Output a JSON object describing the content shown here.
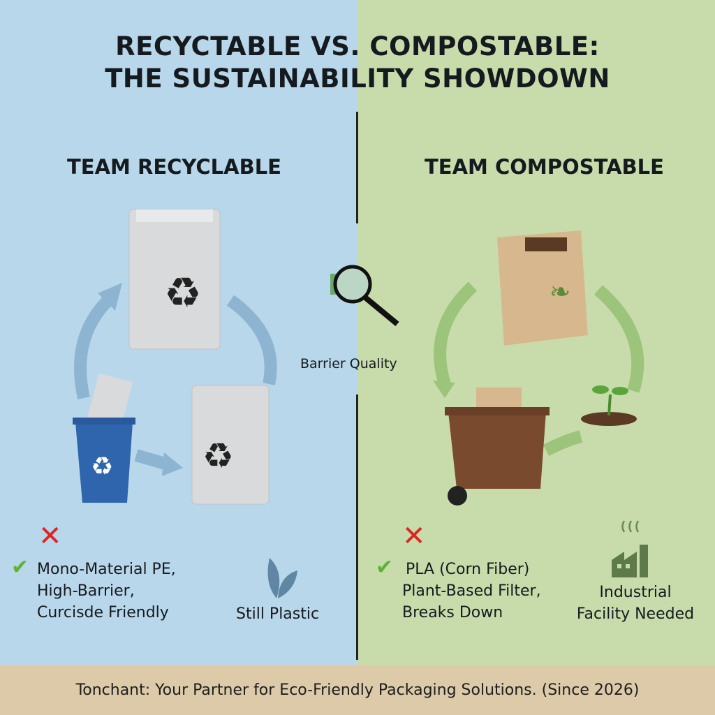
{
  "title": {
    "line1": "RECYCTABLE VS. COMPOSTABLE:",
    "line2": "THE SUSTAINABILITY SHOWDOWN"
  },
  "left": {
    "heading": "TEAM RECYCLABLE",
    "pros": [
      "Mono-Material PE,",
      "High-Barrier,",
      "Curcisde Friendly"
    ],
    "con": "Still Plastic",
    "con_icon": "leaf-icon"
  },
  "center": {
    "label": "Barrier Quality",
    "icon": "magnifier-icon"
  },
  "right": {
    "heading": "TEAM COMPOSTABLE",
    "pros": [
      "PLA (Corn Fiber)",
      "Plant-Based Filter,",
      "Breaks Down"
    ],
    "con": [
      "Industrial",
      "Facility Needed"
    ],
    "con_icon": "factory-icon"
  },
  "footer": {
    "text": "Tonchant: Your Partner for Eco-Friendly Packaging Solutions. (Since 2026)"
  },
  "colors": {
    "left_bg": "#b9d7ea",
    "right_bg": "#c8dcab",
    "footer_bg": "#dccaa9",
    "check": "#5fb236",
    "cross": "#e02424"
  }
}
